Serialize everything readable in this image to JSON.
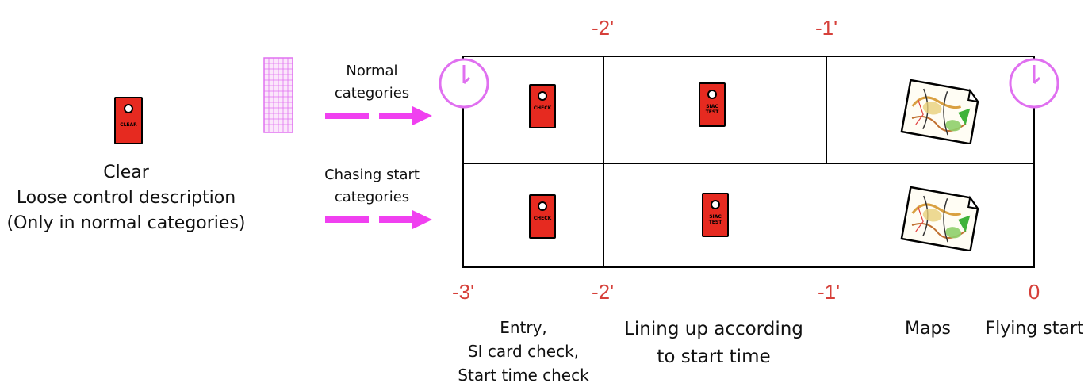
{
  "time_labels_top": {
    "t_minus_2": "-2'",
    "t_minus_1": "-1'"
  },
  "time_labels_bottom": {
    "t_minus_3": "-3'",
    "t_minus_2": "-2'",
    "t_minus_1": "-1'",
    "t_zero": "0"
  },
  "clear_section": {
    "card_label": "CLEAR",
    "line1": "Clear",
    "line2": "Loose control description",
    "line3": "(Only in normal categories)"
  },
  "normal_categories": {
    "line1": "Normal",
    "line2": "categories"
  },
  "chasing_categories": {
    "line1": "Chasing start",
    "line2": "categories"
  },
  "cards": {
    "check": "CHECK",
    "siac_line1": "SIAC",
    "siac_line2": "TEST"
  },
  "stages": {
    "entry": {
      "line1": "Entry,",
      "line2": "SI card check,",
      "line3": "Start time check"
    },
    "lining": {
      "line1": "Lining up according",
      "line2": "to start time"
    },
    "maps": "Maps",
    "flying": "Flying start"
  },
  "colors": {
    "red_card": "#e62a20",
    "arrow_magenta": "#f040f0",
    "time_red": "#d6403a",
    "clock_magenta": "#e070f0"
  },
  "icons": [
    "clock-icon",
    "arrow-icon",
    "si-card-icon",
    "map-icon",
    "control-description-sheet-icon"
  ]
}
